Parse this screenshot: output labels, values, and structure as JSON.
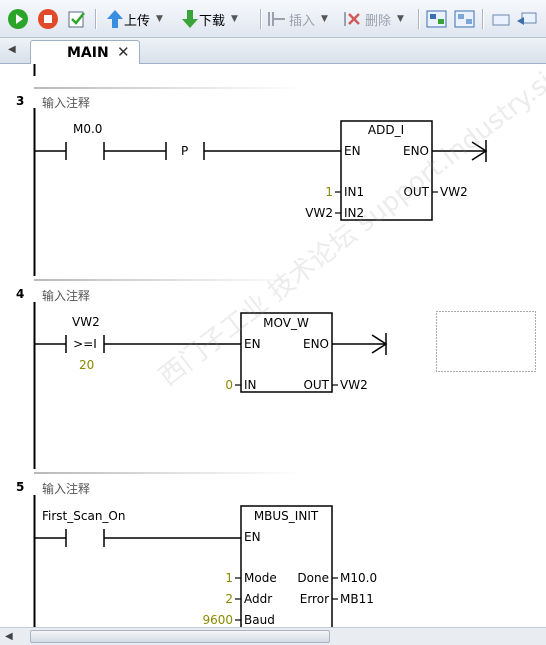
{
  "toolbar": {
    "upload_label": "上传",
    "download_label": "下载",
    "insert_label": "插入",
    "delete_label": "删除"
  },
  "tab": {
    "label": "MAIN",
    "close_glyph": "✕"
  },
  "rungs": [
    {
      "number": "3",
      "comment": "输入注释"
    },
    {
      "number": "4",
      "comment": "输入注释"
    },
    {
      "number": "5",
      "comment": "输入注释"
    }
  ],
  "network3": {
    "contact_address": "M0.0",
    "edge_label": "P",
    "box_title": "ADD_I",
    "en": "EN",
    "eno": "ENO",
    "in1": "IN1",
    "in2": "IN2",
    "out": "OUT",
    "in1_value": "1",
    "in2_value": "VW2",
    "out_value": "VW2"
  },
  "network4": {
    "contact_address": "VW2",
    "compare_op": ">=I",
    "compare_value": "20",
    "box_title": "MOV_W",
    "en": "EN",
    "eno": "ENO",
    "in": "IN",
    "out": "OUT",
    "in_value": "0",
    "out_value": "VW2"
  },
  "network5": {
    "contact_address": "First_Scan_On",
    "box_title": "MBUS_INIT",
    "en": "EN",
    "mode": "Mode",
    "addr": "Addr",
    "baud": "Baud",
    "done": "Done",
    "error": "Error",
    "mode_value": "1",
    "addr_value": "2",
    "baud_value": "9600",
    "done_value": "M10.0",
    "error_value": "MB11"
  },
  "watermark": "西门子工业 技术论坛 support.industry.siemens.com/cs",
  "colors": {
    "constant": "#8a8a00",
    "comment": "#555555",
    "toolbar_bg": "#e4e9f1"
  }
}
